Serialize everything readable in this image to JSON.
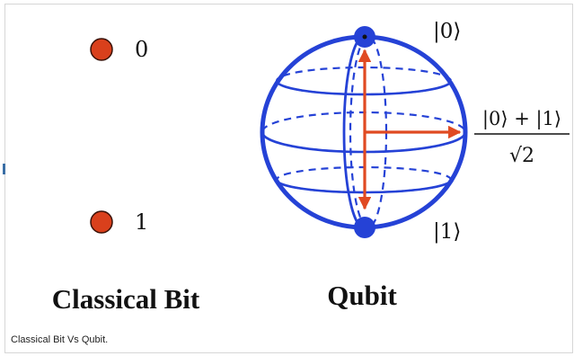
{
  "classical_bit": {
    "state_zero_label": "0",
    "state_one_label": "1",
    "title": "Classical Bit"
  },
  "qubit": {
    "ket_zero": "|0⟩",
    "ket_one": "|1⟩",
    "superposition_numerator": "|0⟩ + |1⟩",
    "superposition_denominator": "√2",
    "title": "Qubit"
  },
  "caption": "Classical Bit Vs Qubit.",
  "colors": {
    "bit_dot_fill": "#d9401c",
    "sphere_blue": "#2542d6",
    "arrow_red": "#e04a22",
    "text": "#111111"
  },
  "icons": {
    "bit_state": "red-circle",
    "pole": "blue-circle"
  }
}
